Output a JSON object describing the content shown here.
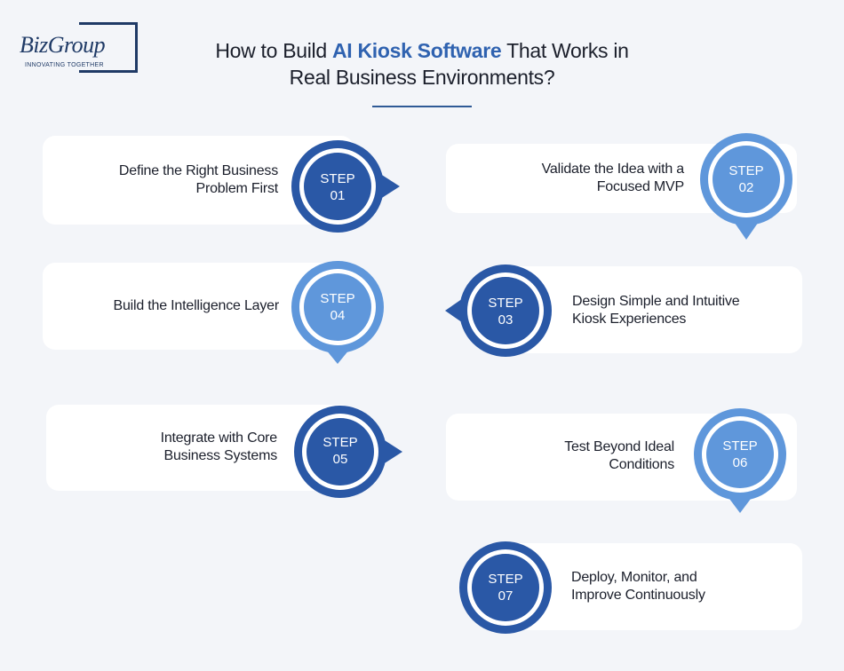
{
  "logo": {
    "brand": "BizGroup",
    "tagline": "INNOVATING TOGETHER"
  },
  "title": {
    "part1": "How to Build ",
    "highlight": "AI Kiosk Software",
    "part2": " That Works in",
    "line2": "Real Business Environments?"
  },
  "colors": {
    "dark_blue": "#2a58a6",
    "light_blue": "#5f97db",
    "accent": "#2f62b0"
  },
  "steps": [
    {
      "word": "STEP",
      "num": "01",
      "line1": "Define the Right Business",
      "line2": "Problem First"
    },
    {
      "word": "STEP",
      "num": "02",
      "line1": "Validate the Idea with a",
      "line2": "Focused MVP"
    },
    {
      "word": "STEP",
      "num": "03",
      "line1": "Design Simple and Intuitive",
      "line2": "Kiosk Experiences"
    },
    {
      "word": "STEP",
      "num": "04",
      "line1": "Build the Intelligence Layer",
      "line2": ""
    },
    {
      "word": "STEP",
      "num": "05",
      "line1": "Integrate with Core",
      "line2": "Business Systems"
    },
    {
      "word": "STEP",
      "num": "06",
      "line1": "Test Beyond Ideal",
      "line2": "Conditions"
    },
    {
      "word": "STEP",
      "num": "07",
      "line1": "Deploy, Monitor, and",
      "line2": "Improve Continuously"
    }
  ]
}
